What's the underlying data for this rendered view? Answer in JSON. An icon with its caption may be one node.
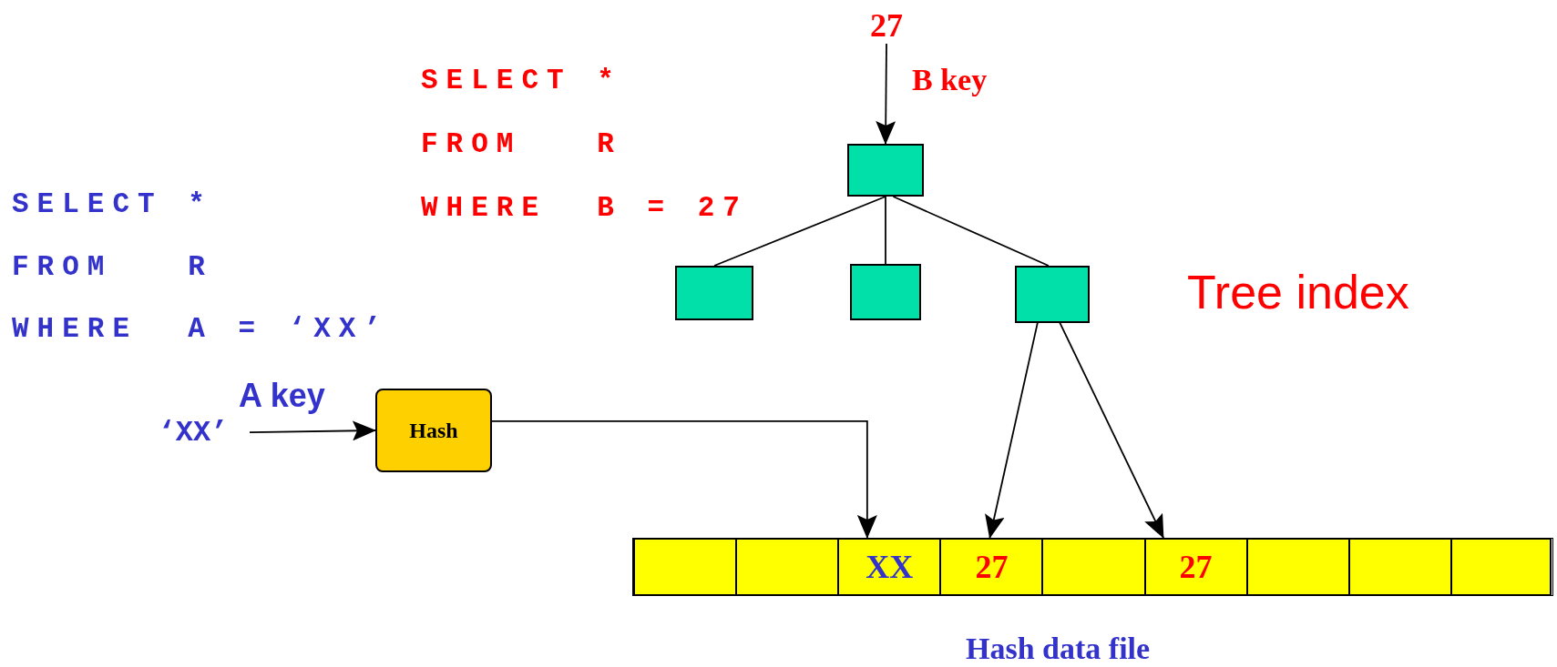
{
  "diagram": {
    "nodes": [
      {
        "text": [
          "27"
        ]
      },
      {
        "text": [],
        "shape": "box"
      },
      {
        "text": [],
        "shape": "box"
      },
      {
        "text": [],
        "shape": "box"
      },
      {
        "text": [],
        "shape": "box"
      },
      {
        "text": [
          "‘XX’"
        ]
      },
      {
        "text": [
          "Hash"
        ]
      },
      {
        "text": [],
        "shape": "bar",
        "beside": [
          "Hash data file"
        ]
      },
      {
        "text": [],
        "shape": "box",
        "in": 7
      },
      {
        "text": [],
        "shape": "box",
        "in": 7
      },
      {
        "text": [
          "XX"
        ],
        "in": 7
      },
      {
        "text": [
          "27"
        ],
        "in": 7
      },
      {
        "text": [],
        "shape": "box",
        "in": 7
      },
      {
        "text": [
          "27"
        ],
        "in": 7
      },
      {
        "text": [],
        "shape": "box",
        "in": 7
      },
      {
        "text": [],
        "shape": "box",
        "in": 7
      },
      {
        "text": [],
        "shape": "box",
        "in": 7
      }
    ],
    "edges": [
      {
        "from": 0,
        "to": 1,
        "arrow": "to",
        "label": "B key"
      },
      {
        "from": 1,
        "to": 2,
        "arrow": "none"
      },
      {
        "from": 1,
        "to": 3,
        "arrow": "none"
      },
      {
        "from": 1,
        "to": 4,
        "arrow": "none"
      },
      {
        "from": 5,
        "to": 6,
        "arrow": "to",
        "label": "A key"
      },
      {
        "from": 6,
        "to": 10,
        "arrow": "to"
      },
      {
        "from": 4,
        "to": 11,
        "arrow": "to"
      },
      {
        "from": 4,
        "to": 13,
        "arrow": "to"
      }
    ],
    "labels": [
      "SELECT *",
      "FROM   R",
      "WHERE  B = 27",
      "SELECT *",
      "FROM   R",
      "WHERE  A = ‘XX’",
      "Tree index"
    ]
  }
}
